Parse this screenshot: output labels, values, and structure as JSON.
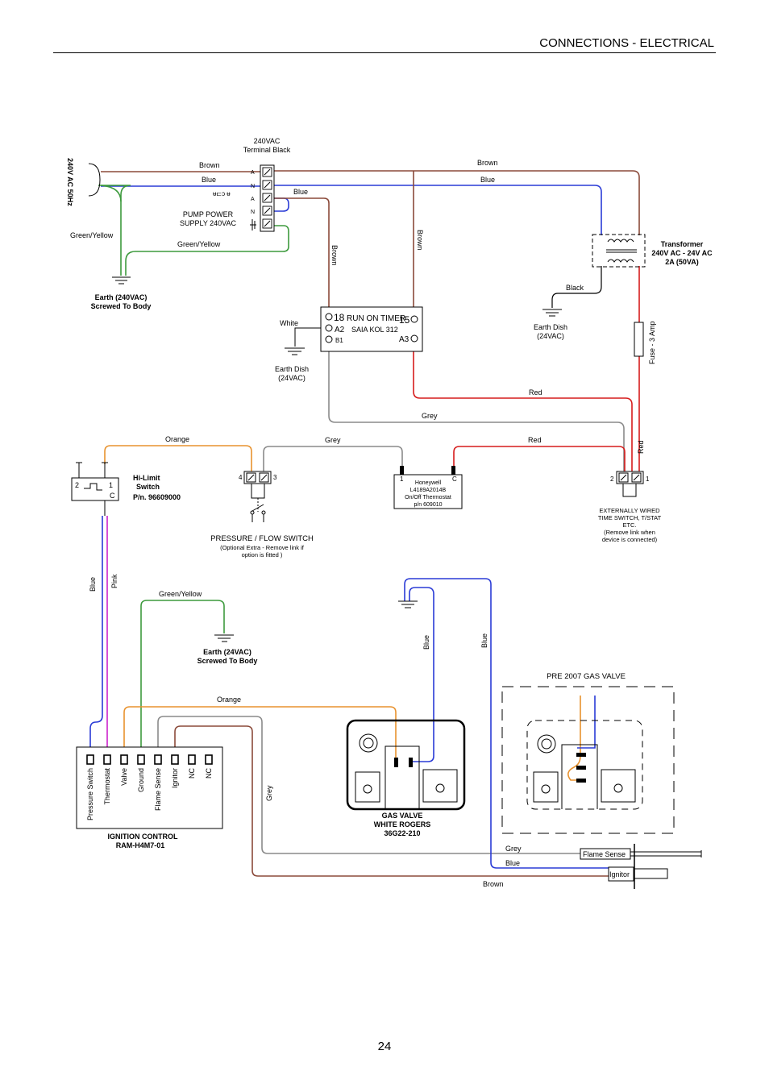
{
  "header": {
    "title": "CONNECTIONS - ELECTRICAL"
  },
  "page_number": "24",
  "colors": {
    "brown": "#8b4a3a",
    "blue": "#2a3bd6",
    "green": "#3d9a3d",
    "red": "#d61c1c",
    "grey": "#8a8a8a",
    "orange": "#e8922e",
    "pink": "#cc22cc",
    "black": "#000000"
  },
  "supply": {
    "mains_label": "240V AC 50Hz",
    "terminal_title_1": "240VAC",
    "terminal_title_2": "Terminal Black",
    "pump_label_1": "PUMP POWER",
    "pump_label_2": "SUPPLY 240VAC",
    "earth_label_1": "Earth (240VAC)",
    "earth_label_2": "Screwed To Body"
  },
  "wires": {
    "brown": "Brown",
    "blue": "Blue",
    "green_yellow": "Green/Yellow",
    "white": "White",
    "black": "Black",
    "red": "Red",
    "grey": "Grey",
    "orange": "Orange",
    "pink": "Pink"
  },
  "transformer": {
    "line1": "Transformer",
    "line2": "240V AC - 24V AC",
    "line3": "2A (50VA)"
  },
  "fuse": {
    "label": "Fuse - 3 Amp"
  },
  "timer": {
    "t18": "18",
    "title": "RUN ON TIMER",
    "t15": "15",
    "a2": "A2",
    "model": "SAIA KOL 312",
    "a3": "A3",
    "b1": "B1"
  },
  "earth_dish": {
    "line1": "Earth Dish",
    "line2": "(24VAC)"
  },
  "hi_limit": {
    "line1": "Hi-Limit",
    "line2": "Switch",
    "line3": "P/n. 96609000",
    "t2": "2",
    "t1": "1",
    "tc": "C"
  },
  "pressure_switch": {
    "t4": "4",
    "t3": "3",
    "line1": "PRESSURE / FLOW SWITCH",
    "line2": "(Optional Extra - Remove link if",
    "line3": "option is fitted )"
  },
  "thermostat": {
    "t1": "1",
    "tc": "C",
    "line1": "Honeywell",
    "line2": "L4189A2014B",
    "line3": "On/Off Thermostat",
    "line4": "p/n 609010"
  },
  "external": {
    "t2": "2",
    "t1": "1",
    "line1": "EXTERNALLY WIRED",
    "line2": "TIME SWITCH, T/STAT",
    "line3": "ETC.",
    "line4": "(Remove link when",
    "line5": "device is connected)"
  },
  "earth_24": {
    "line1": "Earth (24VAC)",
    "line2": "Screwed To Body"
  },
  "ignition": {
    "terminals": [
      "Pressure Switch",
      "Thermostat",
      "Valve",
      "Ground",
      "Flame Sense",
      "Ignitor",
      "NC",
      "NC"
    ],
    "line1": "IGNITION CONTROL",
    "line2": "RAM-H4M7-01"
  },
  "gas_valve": {
    "line1": "GAS VALVE",
    "line2": "WHITE ROGERS",
    "line3": "36G22-210"
  },
  "pre2007": {
    "title": "PRE 2007 GAS VALVE"
  },
  "probes": {
    "flame_sense": "Flame Sense",
    "ignitor": "Ignitor"
  }
}
